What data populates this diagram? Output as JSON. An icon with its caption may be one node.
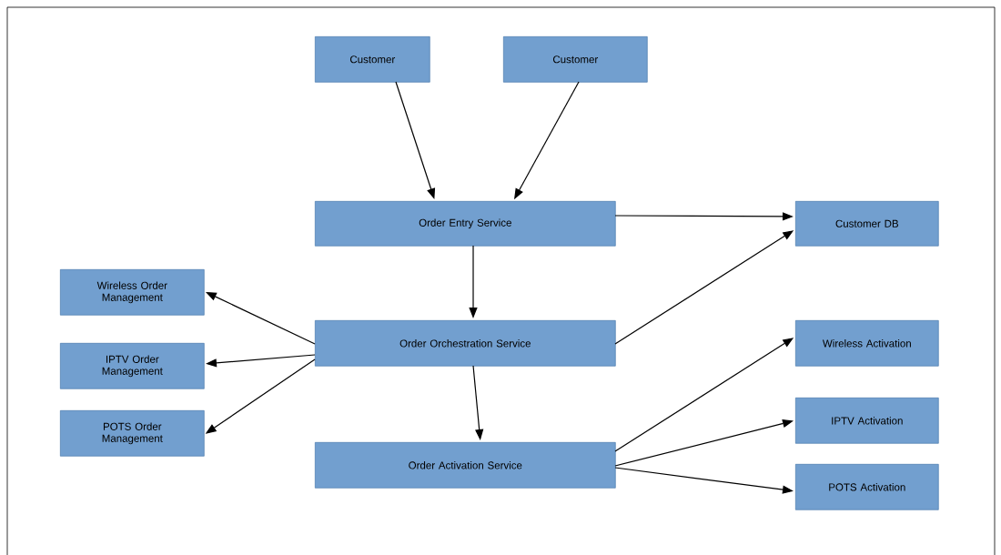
{
  "diagram": {
    "nodes": [
      {
        "text": [
          "Customer"
        ]
      },
      {
        "text": [
          "Customer"
        ]
      },
      {
        "text": [
          "Order Entry Service"
        ]
      },
      {
        "text": [
          "Customer DB"
        ]
      },
      {
        "text": [
          "Wireless Order Management"
        ]
      },
      {
        "text": [
          "Order Orchestration Service"
        ]
      },
      {
        "text": [
          "IPTV Order Management"
        ]
      },
      {
        "text": [
          "POTS Order Management"
        ]
      },
      {
        "text": [
          "Wireless Activation"
        ]
      },
      {
        "text": [
          "Order Activation Service"
        ]
      },
      {
        "text": [
          "IPTV Activation"
        ]
      },
      {
        "text": [
          "POTS Activation"
        ]
      }
    ],
    "edges": [
      {
        "from": 0,
        "to": 2,
        "arrow": "to"
      },
      {
        "from": 1,
        "to": 2,
        "arrow": "to"
      },
      {
        "from": 2,
        "to": 3,
        "arrow": "to"
      },
      {
        "from": 2,
        "to": 5,
        "arrow": "to"
      },
      {
        "from": 5,
        "to": 4,
        "arrow": "to"
      },
      {
        "from": 5,
        "to": 6,
        "arrow": "to"
      },
      {
        "from": 5,
        "to": 7,
        "arrow": "to"
      },
      {
        "from": 5,
        "to": 3,
        "arrow": "to"
      },
      {
        "from": 5,
        "to": 9,
        "arrow": "to"
      },
      {
        "from": 9,
        "to": 8,
        "arrow": "to"
      },
      {
        "from": 9,
        "to": 10,
        "arrow": "to"
      },
      {
        "from": 9,
        "to": 11,
        "arrow": "to"
      }
    ]
  }
}
